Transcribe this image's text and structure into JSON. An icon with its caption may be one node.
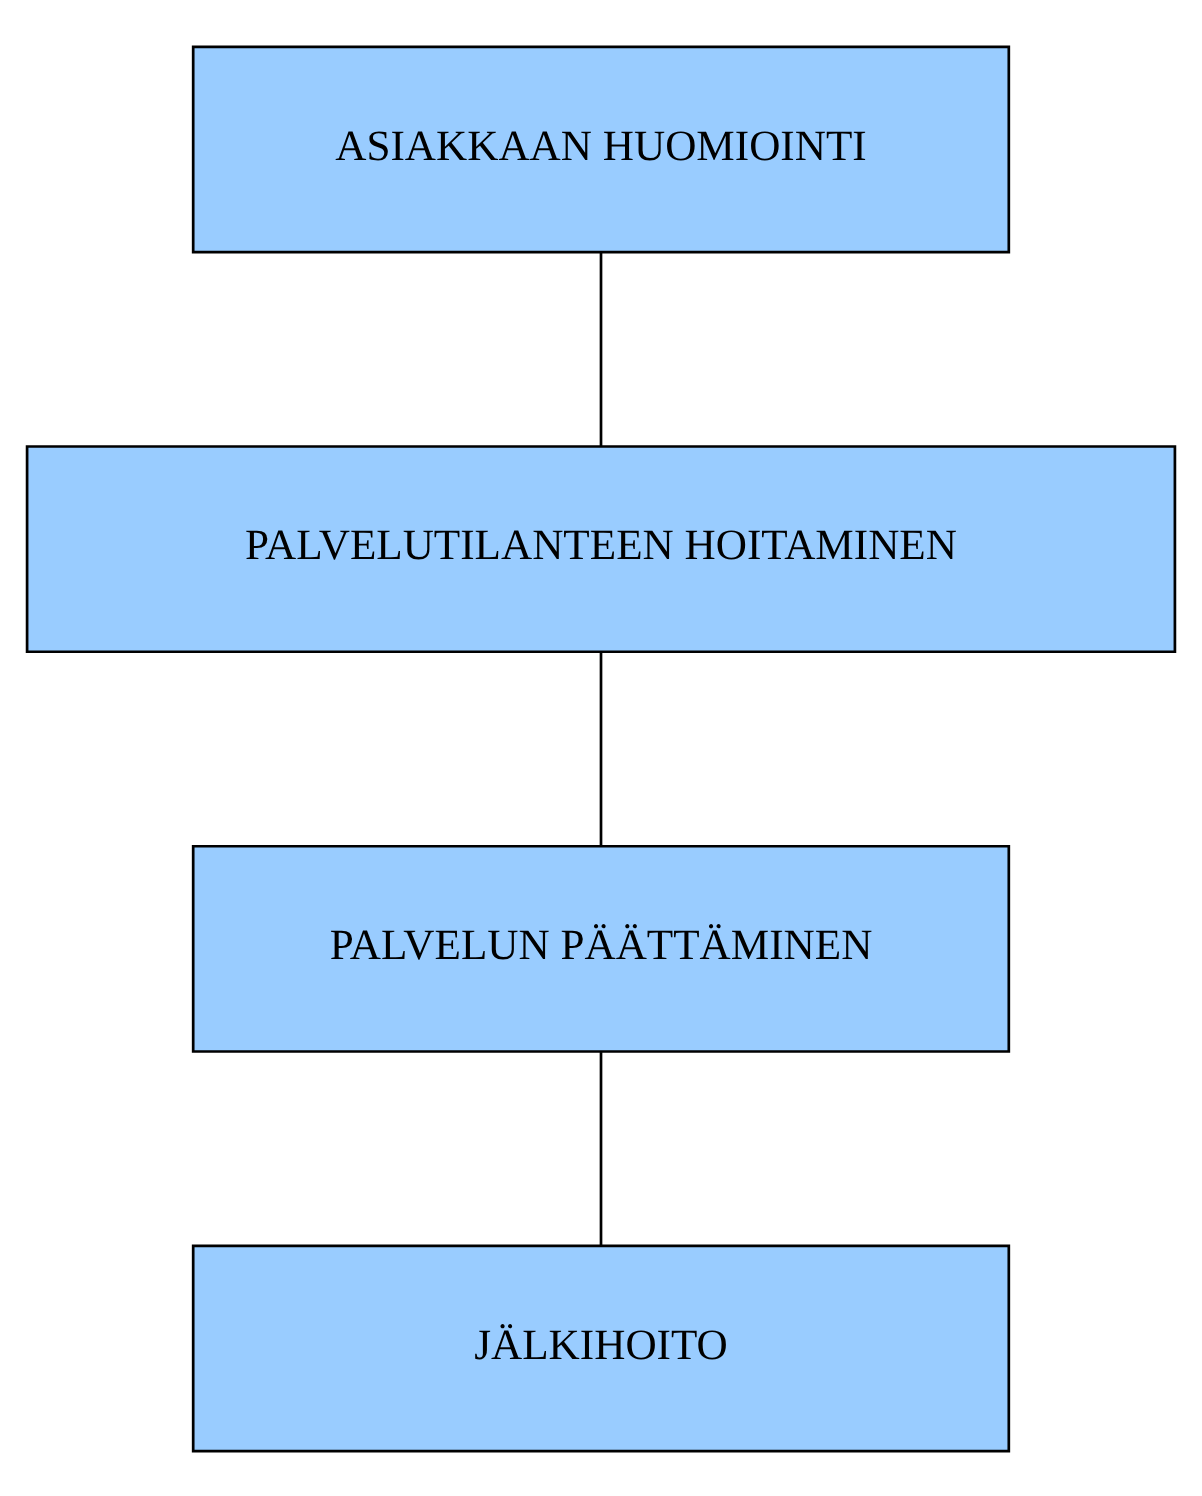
{
  "diagram": {
    "nodes": [
      {
        "text": [
          "ASIAKKAAN HUOMIOINTI"
        ]
      },
      {
        "text": [
          "PALVELUTILANTEEN HOITAMINEN"
        ]
      },
      {
        "text": [
          "PALVELUN PÄÄTTÄMINEN"
        ]
      },
      {
        "text": [
          "JÄLKIHOITO"
        ]
      }
    ],
    "edges": [
      {
        "from": 0,
        "to": 1,
        "arrow": "none"
      },
      {
        "from": 1,
        "to": 2,
        "arrow": "none"
      },
      {
        "from": 2,
        "to": 3,
        "arrow": "none"
      }
    ]
  }
}
